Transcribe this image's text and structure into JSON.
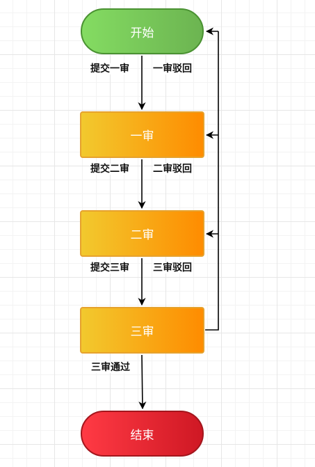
{
  "nodes": {
    "start": "开始",
    "review_1": "一审",
    "review_2": "二审",
    "review_3": "三审",
    "end": "结束"
  },
  "edge_labels": {
    "submit_1": "提交一审",
    "reject_1": "一审驳回",
    "submit_2": "提交二审",
    "reject_2": "二审驳回",
    "submit_3": "提交三审",
    "reject_3": "三审驳回",
    "pass_3": "三审通过"
  },
  "colors": {
    "start": "#6cb451",
    "review": "#fe8c00",
    "end": "#cf1824",
    "edge": "#000000"
  }
}
